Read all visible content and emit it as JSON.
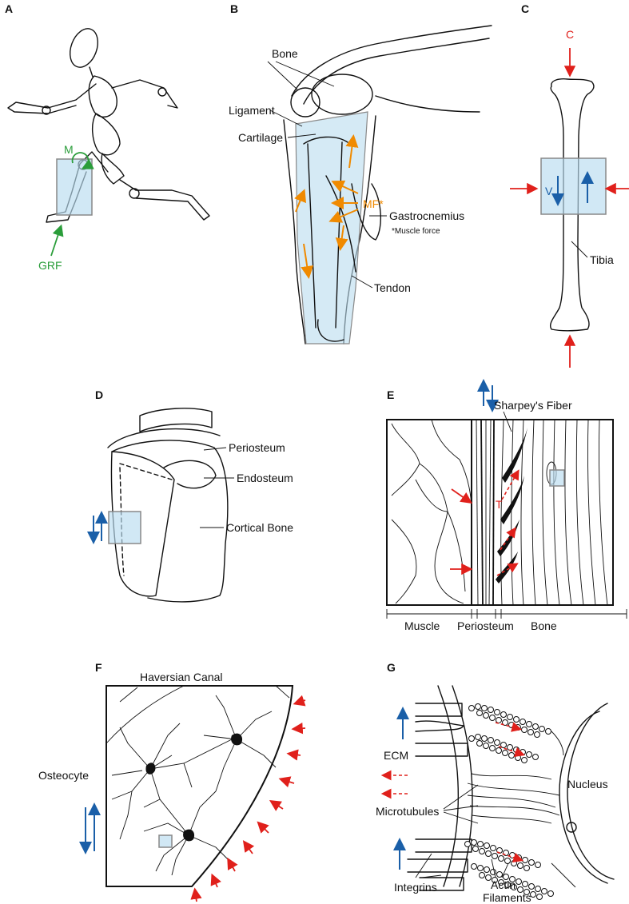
{
  "panels": {
    "a": {
      "letter": "A",
      "moment": "M",
      "ground_force": "GRF"
    },
    "b": {
      "letter": "B",
      "bone": "Bone",
      "ligament": "Ligament",
      "cartilage": "Cartilage",
      "muscle_force": "MF*",
      "gastrocnemius": "Gastrocnemius",
      "footnote": "*Muscle force",
      "tendon": "Tendon"
    },
    "c": {
      "letter": "C",
      "compression": "C",
      "shear": "V",
      "tibia": "Tibia"
    },
    "d": {
      "letter": "D",
      "periosteum": "Periosteum",
      "endosteum": "Endosteum",
      "cortical_bone": "Cortical Bone"
    },
    "e": {
      "letter": "E",
      "sharpeys_fiber": "Sharpey's Fiber",
      "tension": "T",
      "muscle": "Muscle",
      "periosteum": "Periosteum",
      "bone": "Bone"
    },
    "f": {
      "letter": "F",
      "haversian_canal": "Haversian Canal",
      "osteocyte": "Osteocyte"
    },
    "g": {
      "letter": "G",
      "ecm": "ECM",
      "nucleus": "Nucleus",
      "microtubules": "Microtubules",
      "integrins": "Integrins",
      "actin_line1": "Actin",
      "actin_line2": "Filaments"
    }
  },
  "colors": {
    "moment_green": "#2a9d3a",
    "muscle_orange": "#f08a00",
    "load_red": "#e0201b",
    "shear_blue": "#1a5fa8",
    "highlight_blue": "#b9dcef"
  }
}
